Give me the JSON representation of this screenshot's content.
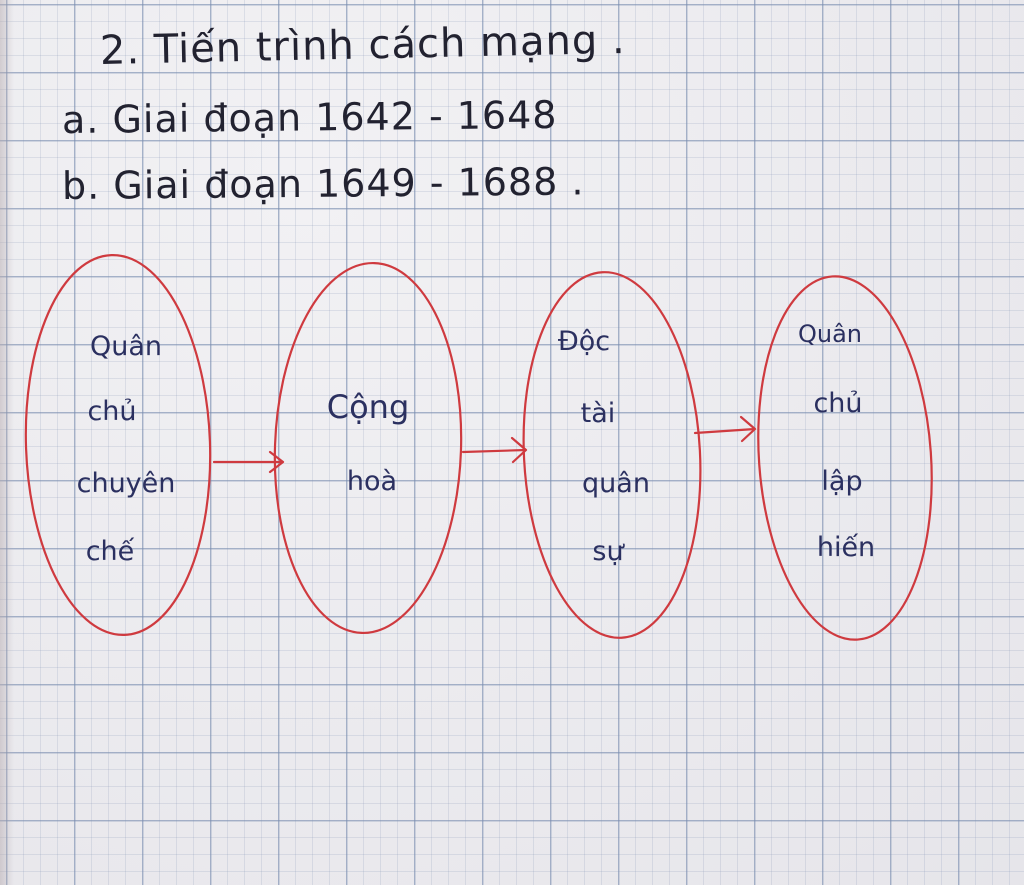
{
  "heading": {
    "title": "2. Tiến trình cách mạng .",
    "stage_a": "a. Giai đoạn 1642 - 1648",
    "stage_b": "b. Giai đoạn 1649 - 1688 ."
  },
  "flow": {
    "nodes": [
      {
        "lines": [
          "Quân",
          "chủ",
          "chuyên",
          "chế"
        ]
      },
      {
        "lines": [
          "Cộng",
          "hoà"
        ]
      },
      {
        "lines": [
          "Độc",
          "tài",
          "quân",
          "sự"
        ]
      },
      {
        "lines": [
          "Quân",
          "chủ",
          "lập",
          "hiến"
        ]
      }
    ]
  },
  "colors": {
    "ink": "#222230",
    "node_text": "#2b3060",
    "ellipse": "#cf3a3f",
    "arrow": "#cf3a3f"
  }
}
